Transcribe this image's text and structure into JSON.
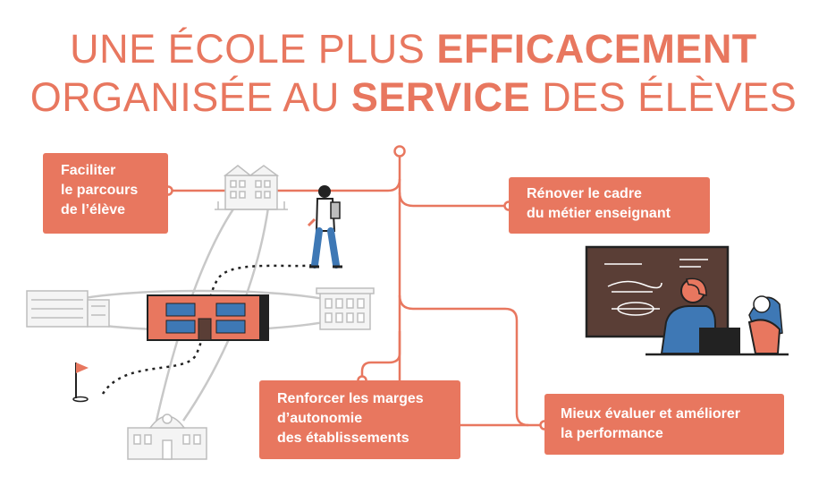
{
  "title": {
    "line1_normal_a": "UNE ÉCOLE PLUS ",
    "line1_bold": "EFFICACEMENT",
    "line2_normal_a": "ORGANISÉE AU ",
    "line2_bold": "SERVICE",
    "line2_normal_b": " DES ÉLÈVES"
  },
  "boxes": {
    "parcours": [
      "Faciliter",
      "le parcours",
      "de l’élève"
    ],
    "renover": [
      "Rénover le cadre",
      "du métier enseignant"
    ],
    "marges": [
      "Renforcer les marges",
      "d’autonomie",
      "des établissements"
    ],
    "evaluer": [
      "Mieux évaluer et améliorer",
      "la performance"
    ]
  },
  "colors": {
    "accent": "#E8775F",
    "line_grey": "#C8C8C8",
    "board": "#5A3E36",
    "teacher_shirt": "#3E78B5",
    "student_hair": "#3E78B5",
    "dark": "#222222"
  }
}
